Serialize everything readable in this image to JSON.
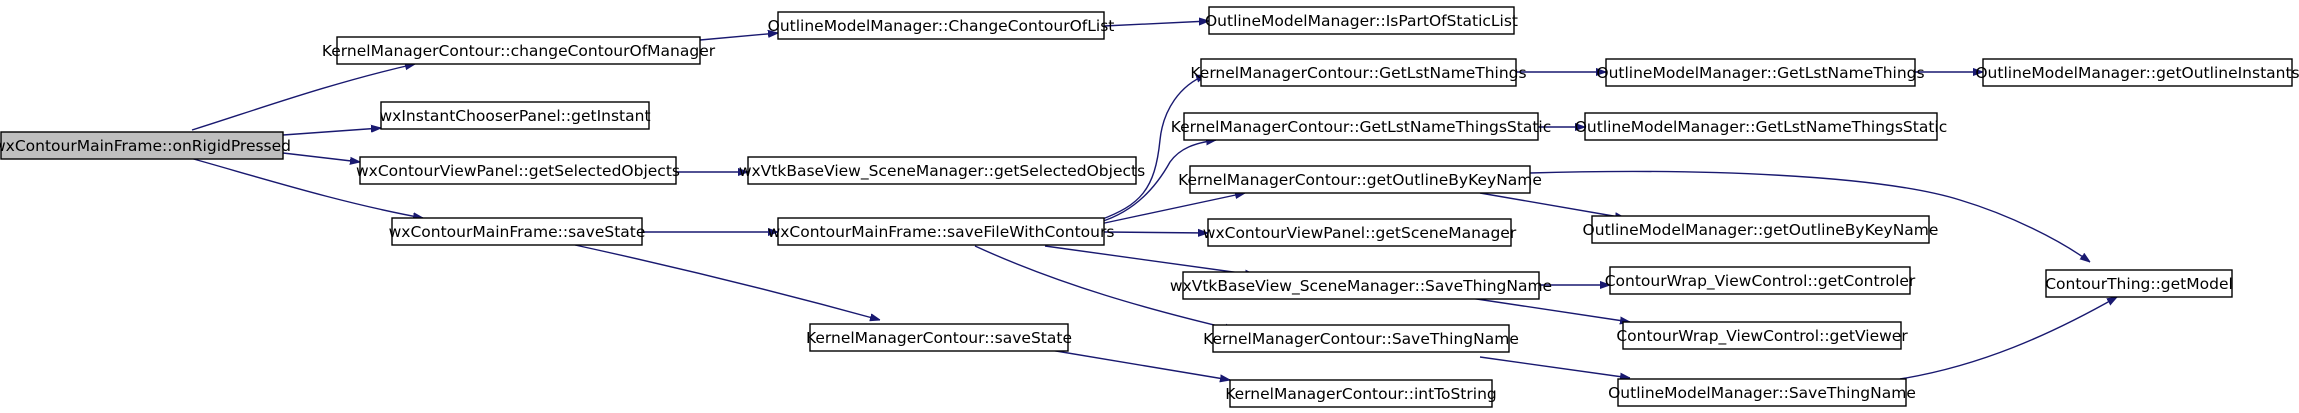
{
  "nodes": {
    "root": "wxContourMainFrame::onRigidPressed",
    "kmc_change": "KernelManagerContour::changeContourOfManager",
    "omm_change": "OutlineModelManager::ChangeContourOfList",
    "omm_ispart": "OutlineModelManager::IsPartOfStaticList",
    "chooser": "wxInstantChooserPanel::getInstant",
    "viewpanel_sel": "wxContourViewPanel::getSelectedObjects",
    "vtk_sel": "wxVtkBaseView_SceneManager::getSelectedObjects",
    "mf_savestate": "wxContourMainFrame::saveState",
    "mf_savefile": "wxContourMainFrame::saveFileWithContours",
    "kmc_savestate": "KernelManagerContour::saveState",
    "kmc_inttostr": "KernelManagerContour::intToString",
    "kmc_getlst": "KernelManagerContour::GetLstNameThings",
    "omm_getlst": "OutlineModelManager::GetLstNameThings",
    "omm_getinst": "OutlineModelManager::getOutlineInstants",
    "kmc_getlststatic": "KernelManagerContour::GetLstNameThingsStatic",
    "omm_getlststatic": "OutlineModelManager::GetLstNameThingsStatic",
    "kmc_getoutline": "KernelManagerContour::getOutlineByKeyName",
    "omm_getoutline": "OutlineModelManager::getOutlineByKeyName",
    "ct_getmodel": "ContourThing::getModel",
    "viewpanel_scene": "wxContourViewPanel::getSceneManager",
    "vtk_savething": "wxVtkBaseView_SceneManager::SaveThingName",
    "cw_getcontroler": "ContourWrap_ViewControl::getControler",
    "cw_getviewer": "ContourWrap_ViewControl::getViewer",
    "kmc_savething": "KernelManagerContour::SaveThingName",
    "omm_savething": "OutlineModelManager::SaveThingName"
  },
  "colors": {
    "edge": "#191970",
    "root_fill": "#bfbfbf",
    "node_fill": "#ffffff",
    "node_stroke": "#000000"
  }
}
